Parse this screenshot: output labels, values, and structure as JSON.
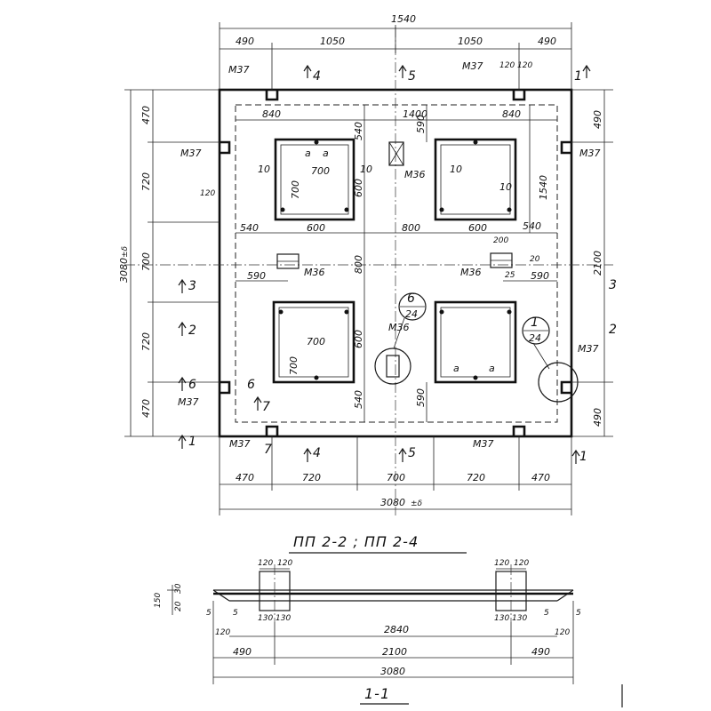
{
  "plan": {
    "top_dims": {
      "total": "1540",
      "d1": "490",
      "d2": "1050",
      "d3": "1050",
      "d4": "490"
    },
    "bottom_dims": {
      "d1": "470",
      "d2": "720",
      "d3": "700",
      "d4": "720",
      "d5": "470",
      "total": "3080"
    },
    "left_dims": {
      "d1": "470",
      "d2": "720",
      "d3": "700",
      "d4": "720",
      "d5": "470",
      "total": "3080"
    },
    "right_dims": {
      "d1": "490",
      "d2": "1540",
      "d3": "2100",
      "d4": "490"
    },
    "inner_dims": {
      "top_left_840": "840",
      "top_center_1400": "1400",
      "top_right_840": "840",
      "d540a": "540",
      "d540b": "540",
      "d540c": "540",
      "d540d": "540",
      "d590a": "590",
      "d590b": "590",
      "d590c": "590",
      "d590d": "590",
      "d600a": "600",
      "d600b": "600",
      "d600c": "600",
      "d600d": "600",
      "d700a": "700",
      "d700b": "700",
      "d700c": "700",
      "d700d": "700",
      "d800a": "800",
      "d800b": "800",
      "d10": "10",
      "d120": "120",
      "d200": "200",
      "d20": "20",
      "d25": "25"
    },
    "marks": {
      "m37": "М37",
      "m36": "М36",
      "a": "a"
    },
    "section_marks": [
      "1",
      "2",
      "3",
      "4",
      "5",
      "6",
      "7"
    ],
    "callouts": [
      {
        "top": "6",
        "bottom": "24"
      },
      {
        "top": "1",
        "bottom": "24"
      }
    ],
    "total_mark_symbol": "±δ"
  },
  "title": "ПП 2-2 ; ПП 2-4",
  "section": {
    "title": "1-1",
    "dims": {
      "d120a": "120",
      "d120b": "120",
      "d120c": "120",
      "d120d": "120",
      "d130a": "130",
      "d130b": "130",
      "d130c": "130",
      "d130d": "130",
      "d2840": "2840",
      "d490a": "490",
      "d2100": "2100",
      "d490b": "490",
      "d3080": "3080",
      "d5a": "5",
      "d5b": "5",
      "d5c": "5",
      "d5d": "5",
      "d120e": "120",
      "d120f": "120",
      "d150": "150",
      "d20": "20",
      "d30": "30"
    }
  }
}
